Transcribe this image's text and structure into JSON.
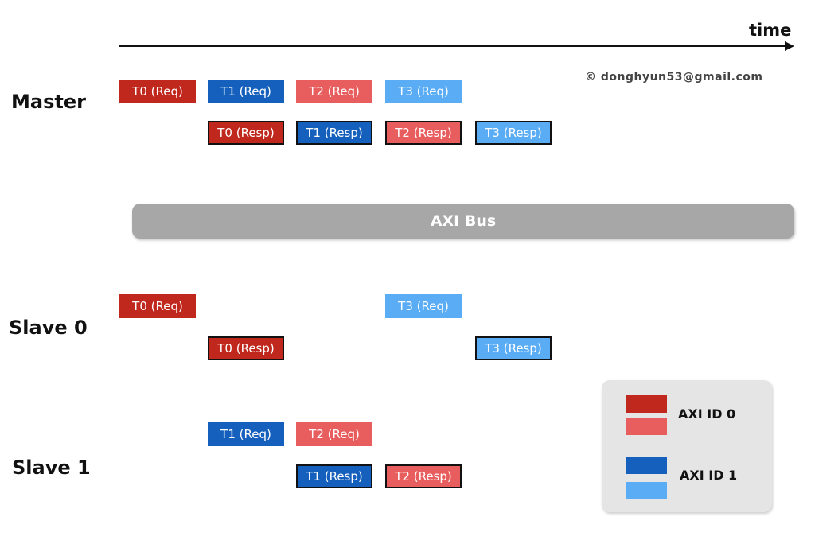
{
  "time_label": "time",
  "copyright": "© donghyun53@gmail.com",
  "bus_label": "AXI Bus",
  "rows": {
    "master": "Master",
    "slave0": "Slave 0",
    "slave1": "Slave 1"
  },
  "colors": {
    "id0_dark": "#c0271d",
    "id0_light": "#e85e5e",
    "id1_dark": "#1560bd",
    "id1_light": "#5aadf5"
  },
  "transactions": {
    "master": {
      "req": [
        "T0 (Req)",
        "T1 (Req)",
        "T2 (Req)",
        "T3 (Req)"
      ],
      "resp": [
        "T0 (Resp)",
        "T1 (Resp)",
        "T2 (Resp)",
        "T3 (Resp)"
      ]
    },
    "slave0": {
      "req": [
        "T0 (Req)",
        "T3 (Req)"
      ],
      "resp": [
        "T0 (Resp)",
        "T3 (Resp)"
      ]
    },
    "slave1": {
      "req": [
        "T1 (Req)",
        "T2 (Req)"
      ],
      "resp": [
        "T1 (Resp)",
        "T2 (Resp)"
      ]
    }
  },
  "legend": {
    "id0": "AXI ID 0",
    "id1": "AXI ID 1"
  }
}
